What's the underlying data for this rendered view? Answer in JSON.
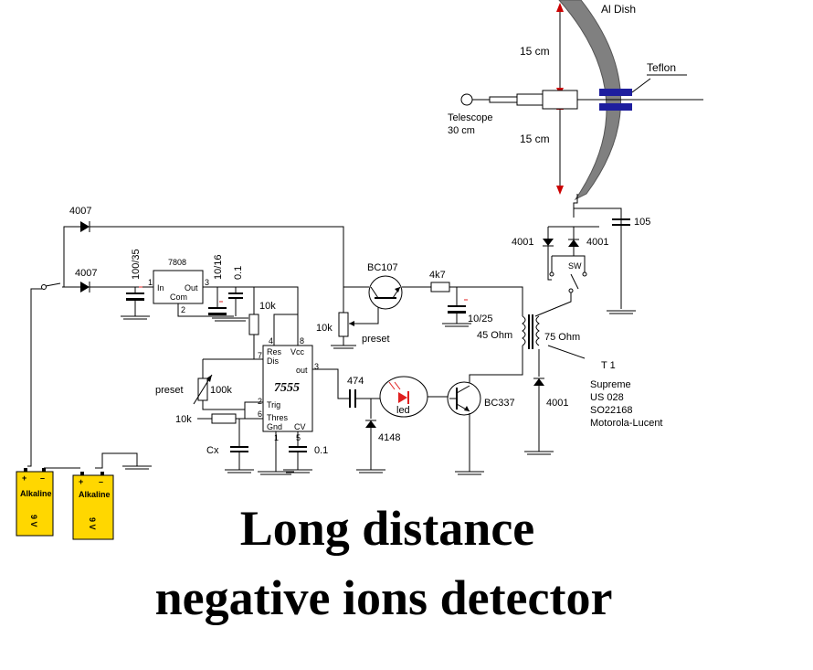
{
  "title": {
    "line1": "Long distance",
    "line2": "negative ions detector"
  },
  "antenna": {
    "dish": "Al Dish",
    "insulator": "Teflon",
    "dim_top": "15 cm",
    "dim_bottom": "15 cm",
    "rod_line1": "Telescope",
    "rod_line2": "30 cm"
  },
  "components": {
    "d_top": "4007",
    "d_mid": "4007",
    "c_in": "100/35",
    "regulator": "7808",
    "reg_in": "In",
    "reg_out": "Out",
    "reg_com": "Com",
    "pin1": "1",
    "pin2": "2",
    "pin3": "3",
    "c_out": "10/16",
    "c_01_top": "0.1",
    "r_10k_a": "10k",
    "preset_100k_label": "preset",
    "r_100k": "100k",
    "r_10k_b": "10k",
    "cx": "Cx",
    "c_01_bot": "0.1",
    "chip": "7555",
    "pin_res": "Res",
    "pin_vcc": "Vcc",
    "pin_dis": "Dis",
    "pin_out": "out",
    "pin_trig": "Trig",
    "pin_thres": "Thres",
    "pin_gnd": "Gnd",
    "pin_cv": "CV",
    "pn4": "4",
    "pn8": "8",
    "pn7": "7",
    "pn3": "3",
    "pn2": "2",
    "pn6": "6",
    "pn1": "1",
    "pn5": "5",
    "c_474": "474",
    "led": "led",
    "d_4148": "4148",
    "q_bc337": "BC337",
    "q_bc107": "BC107",
    "preset_10k_value": "10k",
    "preset_10k_label": "preset",
    "r_4k7": "4k7",
    "c_10_25": "10/25",
    "t_45": "45 Ohm",
    "t_75": "75 Ohm",
    "t1": "T 1",
    "t1_desc1": "Supreme",
    "t1_desc2": "US 028",
    "t1_desc3": "SO22168",
    "t1_desc4": "Motorola-Lucent",
    "d_4001_l": "4001",
    "d_4001_r": "4001",
    "d_4001_b": "4001",
    "sw": "SW",
    "c_105": "105",
    "battery1": "Alkaline",
    "battery2": "Alkaline",
    "bat_v1": "9 V",
    "bat_v2": "9 V",
    "bat_plus1": "+",
    "bat_minus1": "–",
    "bat_plus2": "+",
    "bat_minus2": "–"
  },
  "colors": {
    "dish": "#808080",
    "insulator": "#1e1e9e",
    "battery": "#ffd700",
    "led": "#e02020",
    "cap_plus": "#e02020",
    "dim_arrow": "#cc0000"
  }
}
